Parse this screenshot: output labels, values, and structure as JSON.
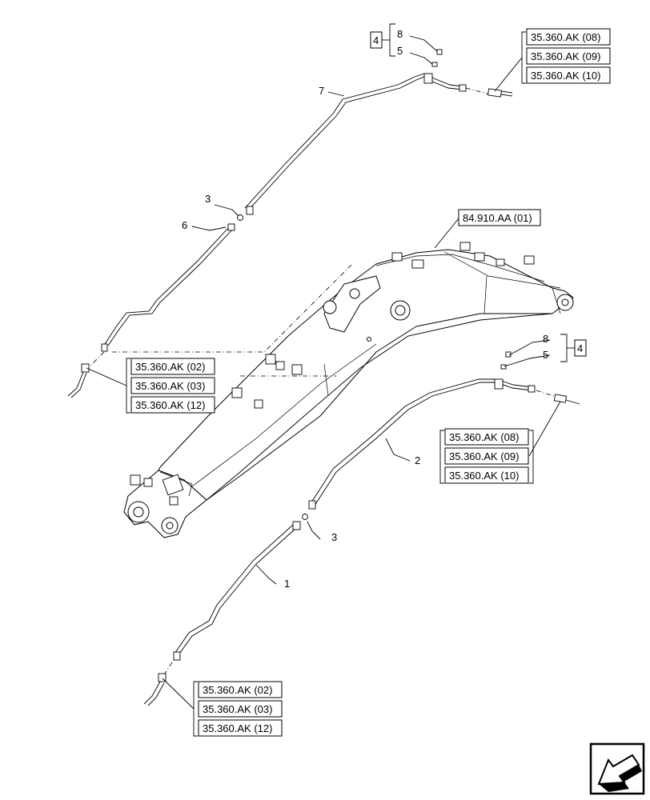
{
  "refs": {
    "top_right": [
      "35.360.AK (08)",
      "35.360.AK (09)",
      "35.360.AK (10)"
    ],
    "mid_left": [
      "35.360.AK (02)",
      "35.360.AK (03)",
      "35.360.AK (12)"
    ],
    "mid_right": [
      "35.360.AK (08)",
      "35.360.AK (09)",
      "35.360.AK (10)"
    ],
    "bottom_left": [
      "35.360.AK (02)",
      "35.360.AK (03)",
      "35.360.AK (12)"
    ],
    "boom": "84.910.AA (01)"
  },
  "callouts": {
    "top_group_box": "4",
    "top_8": "8",
    "top_5": "5",
    "right_group_box": "4",
    "right_8": "8",
    "right_5": "5",
    "item_7": "7",
    "item_3_top": "3",
    "item_6": "6",
    "item_2": "2",
    "item_3_bottom": "3",
    "item_1": "1"
  },
  "icons": {
    "nav": "next-page-arrow-icon"
  }
}
